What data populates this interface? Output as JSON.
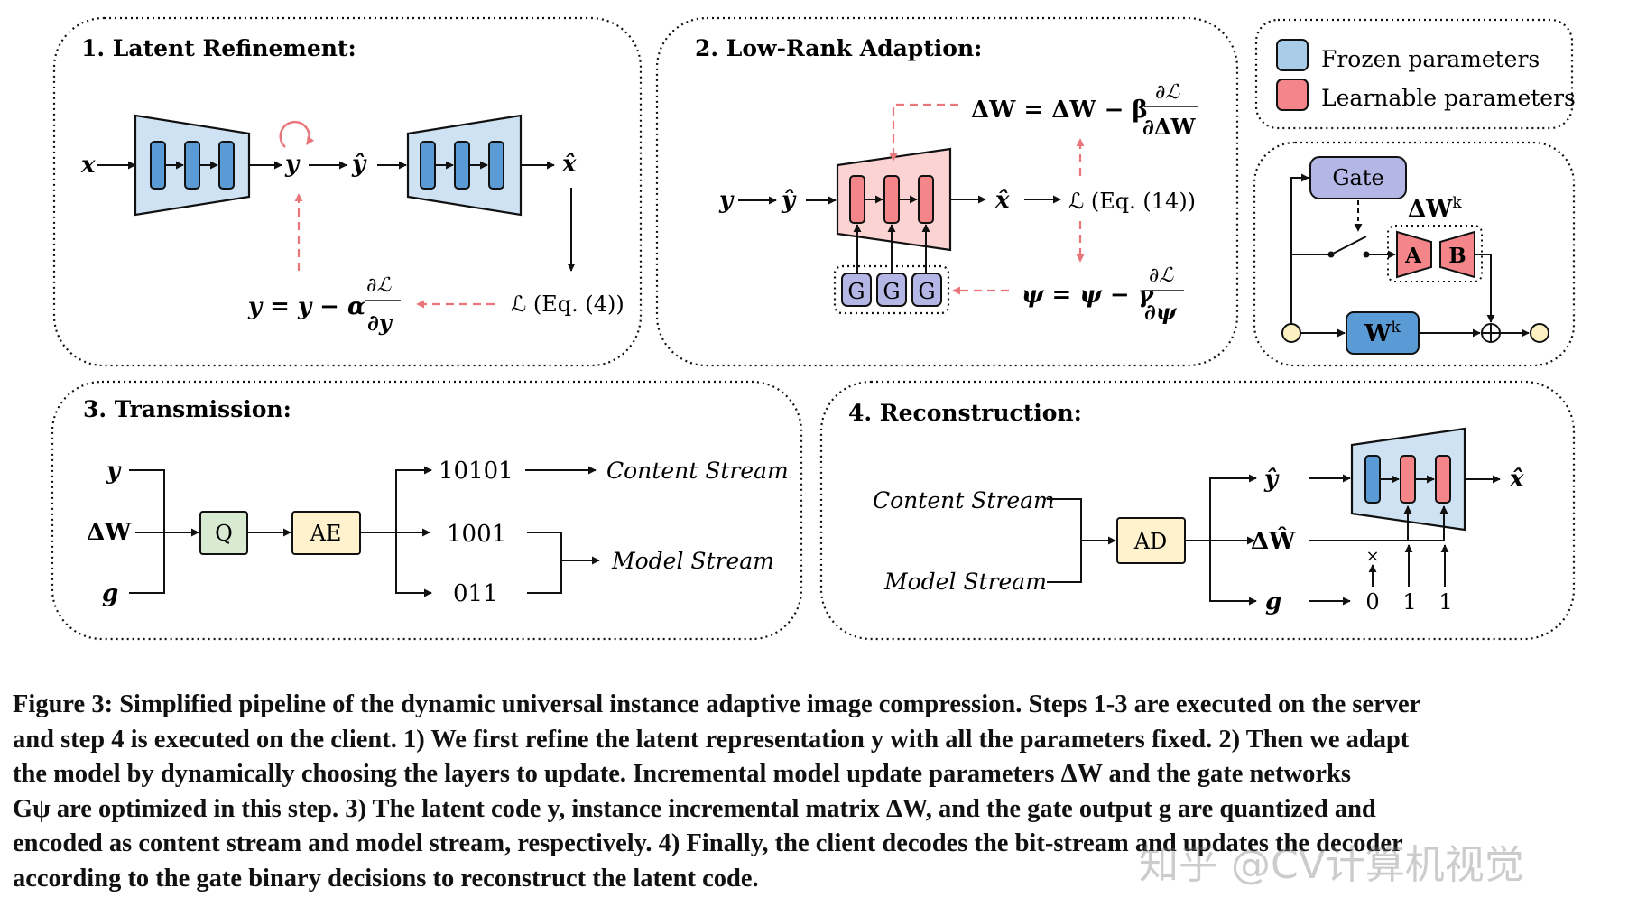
{
  "panels": {
    "p1_title": "1. Latent Refinement:",
    "p2_title": "2. Low-Rank Adaption:",
    "p3_title": "3. Transmission:",
    "p4_title": "4. Reconstruction:"
  },
  "legend": {
    "frozen": "Frozen parameters",
    "learnable": "Learnable parameters",
    "frozen_color": "#a9cde9",
    "learnable_color": "#f4868a"
  },
  "p1": {
    "x": "x",
    "y": "y",
    "y_hat": "ŷ",
    "x_hat": "x̂",
    "update": "y = y − α",
    "frac_num": "∂ℒ",
    "frac_den": "∂y",
    "loss": "ℒ (Eq. (4))"
  },
  "p2": {
    "y": "y",
    "y_hat": "ŷ",
    "x_hat": "x̂",
    "loss": "ℒ (Eq. (14))",
    "w_update": "ΔW = ΔW − β",
    "w_num": "∂ℒ",
    "w_den": "∂ΔW",
    "psi_update": "ψ = ψ − γ",
    "psi_num": "∂ℒ",
    "psi_den": "∂ψ",
    "gate_label": "G"
  },
  "gate_panel": {
    "gate": "Gate",
    "dw": "ΔW",
    "dw_sup": "k",
    "a": "A",
    "b": "B",
    "w": "W",
    "w_sup": "k"
  },
  "p3": {
    "y": "y",
    "dw": "ΔW",
    "g": "g",
    "q": "Q",
    "ae": "AE",
    "bits1": "10101",
    "bits2": "1001",
    "bits3": "011",
    "content": "Content Stream",
    "model": "Model Stream"
  },
  "p4": {
    "content": "Content Stream",
    "model": "Model Stream",
    "ad": "AD",
    "y_hat": "ŷ",
    "dw_hat": "ΔŴ",
    "g": "g",
    "x_hat": "x̂",
    "zero": "0",
    "one_a": "1",
    "one_b": "1",
    "cross": "×"
  },
  "caption": {
    "line1": "Figure 3: Simplified pipeline of the dynamic universal instance adaptive image compression. Steps 1-3 are executed on the server",
    "line2": "and step 4 is executed on the client. 1) We first refine the latent representation y with all the parameters fixed. 2) Then we adapt",
    "line3": "the model by dynamically choosing the layers to update. Incremental model update parameters ΔW and the gate networks",
    "line4": "Gψ are optimized in this step. 3) The latent code y, instance incremental matrix ΔW, and the gate output g are quantized and",
    "line5": "encoded as content stream and model stream, respectively. 4) Finally, the client decodes the bit-stream and updates the decoder",
    "line6": "according to the gate binary decisions to reconstruct the latent code."
  },
  "watermark": "知乎 @CV计算机视觉"
}
